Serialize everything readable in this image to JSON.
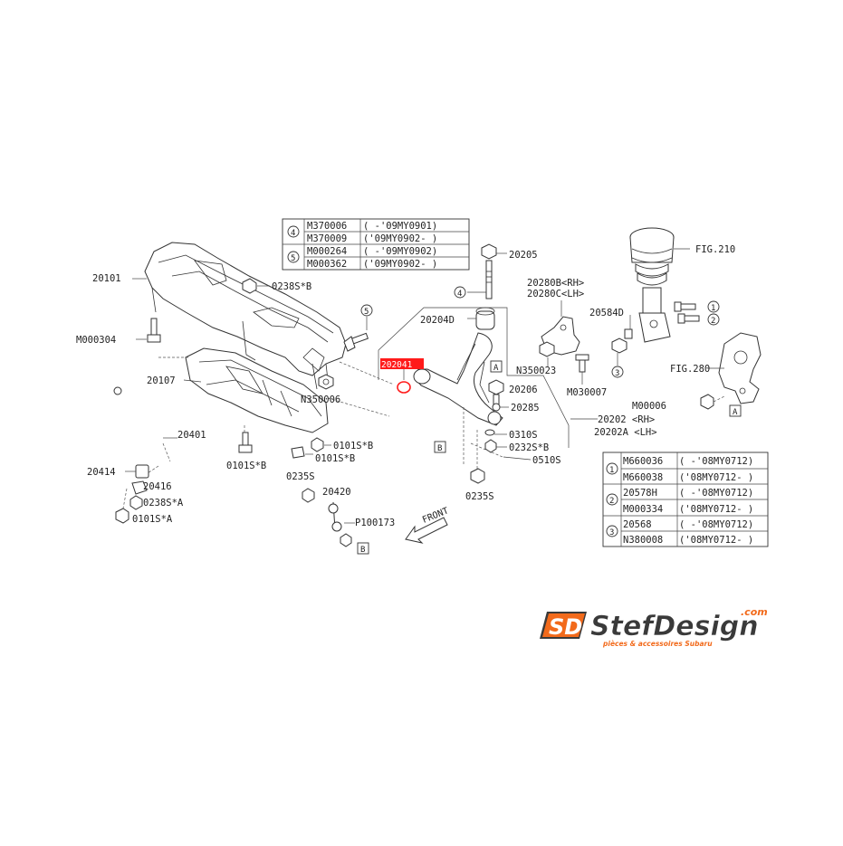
{
  "labels": {
    "p20101": "20101",
    "p0238sb": "0238S*B",
    "pM000304": "M000304",
    "p20107": "20107",
    "pN350006": "N350006",
    "p0101sb_1": "0101S*B",
    "p0101sb_2": "0101S*B",
    "p0101sb_3": "0101S*B",
    "p20401": "20401",
    "p20414": "20414",
    "p20416": "20416",
    "p0238sa": "0238S*A",
    "p0101sa": "0101S*A",
    "p0235s_1": "0235S",
    "p20420": "20420",
    "pP100173": "P100173",
    "p20205": "20205",
    "p20204D": "20204D",
    "p202041": "202041",
    "p20206": "20206",
    "p20285": "20285",
    "p0310s": "0310S",
    "p0232sb": "0232S*B",
    "p0510s": "0510S",
    "p0235s_2": "0235S",
    "p20202": "20202  <RH>",
    "p20202A": "20202A <LH>",
    "p20280B": "20280B<RH>",
    "p20280C": "20280C<LH>",
    "pN350023": "N350023",
    "pM030007": "M030007",
    "p20584D": "20584D",
    "pFIG210": "FIG.210",
    "pFIG280": "FIG.280",
    "pM00006": "M00006",
    "front": "FRONT",
    "refA": "A",
    "refB": "B",
    "circ1": "1",
    "circ2": "2",
    "circ3": "3",
    "circ4": "4",
    "circ5": "5"
  },
  "table_top": {
    "groups": [
      {
        "num": "4",
        "rows": [
          {
            "part": "M370006",
            "range": "( -'09MY0901)"
          },
          {
            "part": "M370009",
            "range": "('09MY0902- )"
          }
        ]
      },
      {
        "num": "5",
        "rows": [
          {
            "part": "M000264",
            "range": "( -'09MY0902)"
          },
          {
            "part": "M000362",
            "range": "('09MY0902- )"
          }
        ]
      }
    ]
  },
  "table_bottom": {
    "groups": [
      {
        "num": "1",
        "rows": [
          {
            "part": "M660036",
            "range": "( -'08MY0712)"
          },
          {
            "part": "M660038",
            "range": "('08MY0712- )"
          }
        ]
      },
      {
        "num": "2",
        "rows": [
          {
            "part": "20578H",
            "range": "( -'08MY0712)"
          },
          {
            "part": "M000334",
            "range": "('08MY0712- )"
          }
        ]
      },
      {
        "num": "3",
        "rows": [
          {
            "part": "20568",
            "range": "( -'08MY0712)"
          },
          {
            "part": "N380008",
            "range": "('08MY0712- )"
          }
        ]
      }
    ]
  },
  "logo": {
    "brand": "StefDesign",
    "suffix": ".com",
    "tagline": "pièces & accessoires Subaru",
    "mark": "SD"
  },
  "colors": {
    "highlight": "#ff1a1a",
    "logo_orange": "#f26a1b",
    "logo_dark": "#3a3a3a"
  }
}
